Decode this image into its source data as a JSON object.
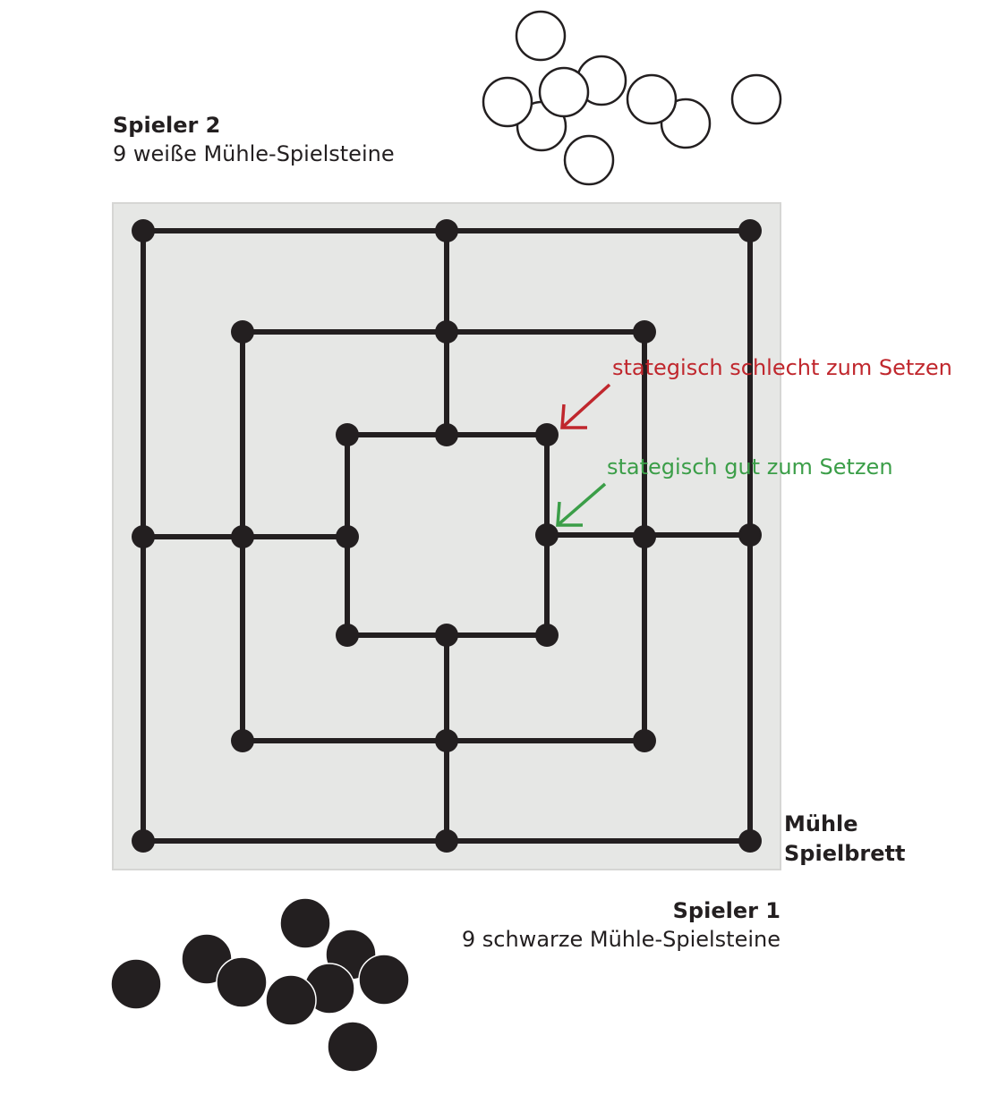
{
  "player2": {
    "title": "Spieler 2",
    "subtitle": "9 weiße Mühle-Spielsteine",
    "piece_count": 9,
    "piece_color": "#ffffff"
  },
  "player1": {
    "title": "Spieler 1",
    "subtitle": "9 schwarze Mühle-Spielsteine",
    "piece_count": 9,
    "piece_color": "#231f20"
  },
  "board": {
    "label_line1": "Mühle",
    "label_line2": "Spielbrett",
    "background_color": "#e6e7e5",
    "line_color": "#231f20",
    "squares": 3,
    "points_per_square": 8
  },
  "annotations": {
    "bad": {
      "text": "stategisch schlecht zum Setzen",
      "color": "#c0272d"
    },
    "good": {
      "text": "stategisch gut zum Setzen",
      "color": "#3b9e48"
    }
  }
}
